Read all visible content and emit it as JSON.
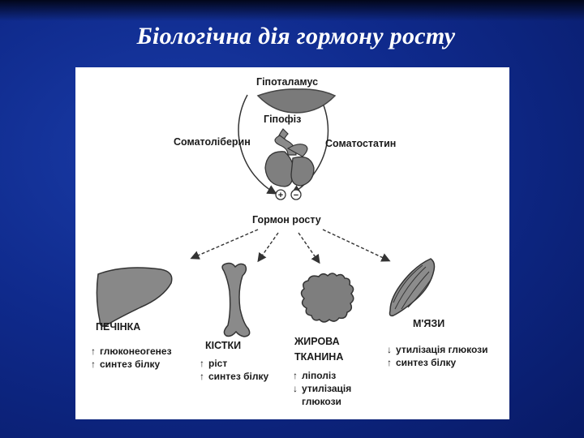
{
  "slide": {
    "title": "Біологічна дія гормону росту"
  },
  "diagram": {
    "hypothalamus": "Гіпоталамус",
    "pituitary": "Гіпофіз",
    "somatoliberin": "Соматоліберин",
    "somatostatin": "Соматостатин",
    "hormone": "Гормон росту",
    "plus_sign": "+",
    "minus_sign": "−",
    "targets": {
      "liver": {
        "name": "ПЕЧІНКА",
        "effects": [
          {
            "arrow": "up",
            "text": "глюконеогенез"
          },
          {
            "arrow": "up",
            "text": "синтез білку"
          }
        ]
      },
      "bones": {
        "name": "КІСТКИ",
        "effects": [
          {
            "arrow": "up",
            "text": "ріст"
          },
          {
            "arrow": "up",
            "text": "синтез білку"
          }
        ]
      },
      "fat": {
        "name_line1": "ЖИРОВА",
        "name_line2": "ТКАНИНА",
        "effects": [
          {
            "arrow": "up",
            "text": "ліполіз"
          },
          {
            "arrow": "down",
            "text": "утилізація"
          },
          {
            "arrow": "",
            "text": "глюкози"
          }
        ]
      },
      "muscle": {
        "name": "М'ЯЗИ",
        "effects": [
          {
            "arrow": "down",
            "text": "утилізація глюкози"
          },
          {
            "arrow": "up",
            "text": "синтез білку"
          }
        ]
      }
    }
  },
  "icons": {
    "up": "↑",
    "down": "↓"
  }
}
